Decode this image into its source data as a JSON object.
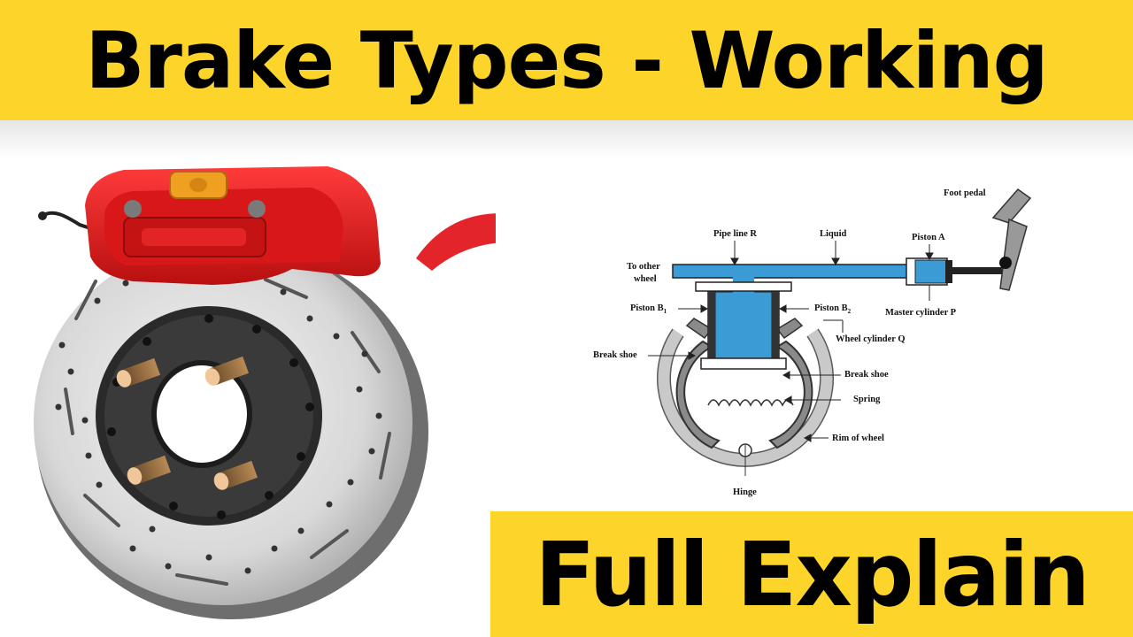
{
  "header": {
    "title": "Brake Types - Working"
  },
  "footer": {
    "title": "Full Explain"
  },
  "diagram": {
    "labels": {
      "foot_pedal": "Foot pedal",
      "pipe_line": "Pipe line R",
      "liquid": "Liquid",
      "piston_a": "Piston A",
      "to_other_wheel_1": "To other",
      "to_other_wheel_2": "wheel",
      "master_cylinder": "Master cylinder P",
      "piston_b1": "Piston B",
      "piston_b1_sub": "1",
      "piston_b2": "Piston B",
      "piston_b2_sub": "2",
      "wheel_cylinder": "Wheel cylinder Q",
      "break_shoe_left": "Break shoe",
      "break_shoe_right": "Break shoe",
      "spring": "Spring",
      "rim": "Rim of wheel",
      "hinge": "Hinge"
    },
    "colors": {
      "fluid": "#3a9bd5",
      "shoe": "#8a8a8a",
      "rim": "#c9c9c9"
    }
  },
  "colors": {
    "banner": "#fdd52a",
    "caliper": "#e01e1e",
    "arrow": "#e3242b"
  }
}
